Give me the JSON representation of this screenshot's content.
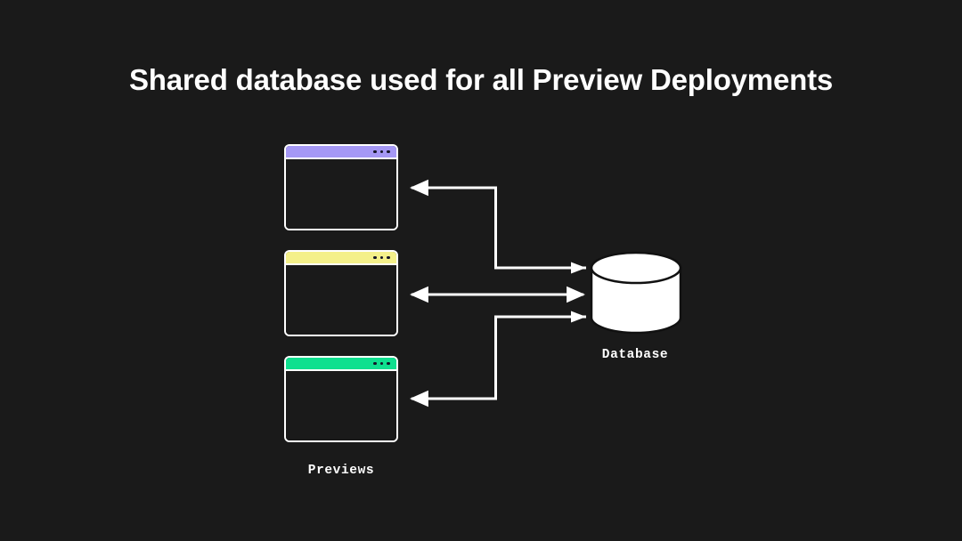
{
  "slide": {
    "title": "Shared database used for all Preview Deployments",
    "background_color": "#1a1a1a",
    "foreground_color": "#ffffff"
  },
  "diagram": {
    "type": "architecture-diagram",
    "windows_group_label": "Previews",
    "database_label": "Database",
    "windows": [
      {
        "id": "preview-1",
        "accent_color": "#a598f5",
        "accent_name": "purple",
        "dot_count": 3,
        "dot_color": "#141428"
      },
      {
        "id": "preview-2",
        "accent_color": "#f4f08a",
        "accent_name": "yellow",
        "dot_count": 3,
        "dot_color": "#141428"
      },
      {
        "id": "preview-3",
        "accent_color": "#0fe08f",
        "accent_name": "green",
        "dot_count": 3,
        "dot_color": "#141428"
      }
    ],
    "connectors": [
      {
        "id": "connector-top",
        "from": "database",
        "to": "preview-1",
        "style": "elbow",
        "arrowheads": "single"
      },
      {
        "id": "connector-middle",
        "from": "database",
        "to": "preview-2",
        "style": "straight",
        "arrowheads": "double"
      },
      {
        "id": "connector-bottom",
        "from": "database",
        "to": "preview-3",
        "style": "elbow",
        "arrowheads": "single"
      }
    ],
    "connector_color": "#ffffff",
    "database_fill": "#ffffff",
    "database_stroke": "#111111"
  }
}
